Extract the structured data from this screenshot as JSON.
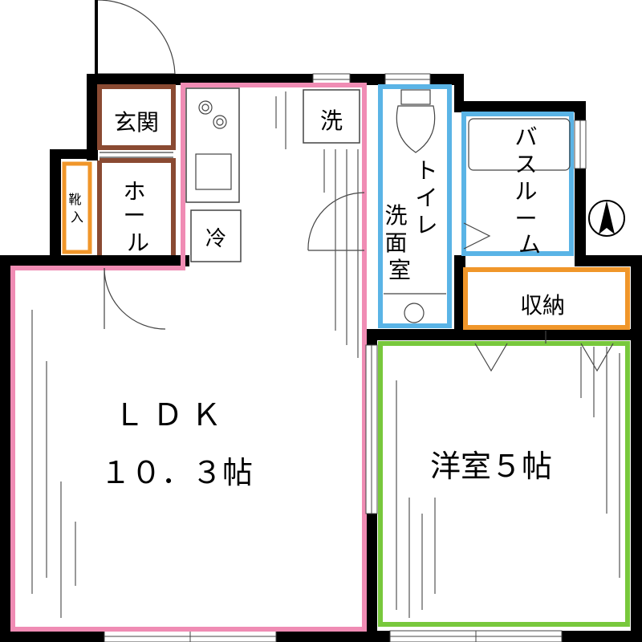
{
  "rooms": {
    "genkan": "玄関",
    "hall": "ホール",
    "shoes": "靴入",
    "wash": "洗",
    "fridge": "冷",
    "toilet": "トイレ洗面室",
    "bath": "バスルーム",
    "storage": "収納",
    "ldk_name": "ＬＤＫ",
    "ldk_size": "１０．３帖",
    "western": "洋室５帖"
  },
  "colors": {
    "wall": "#000000",
    "ldk": "#f08cb4",
    "genkan": "#8a4a32",
    "storage": "#f0962a",
    "toilet": "#5ab4e6",
    "western": "#78c83c"
  },
  "icons": {
    "north": "north-arrow-icon"
  }
}
